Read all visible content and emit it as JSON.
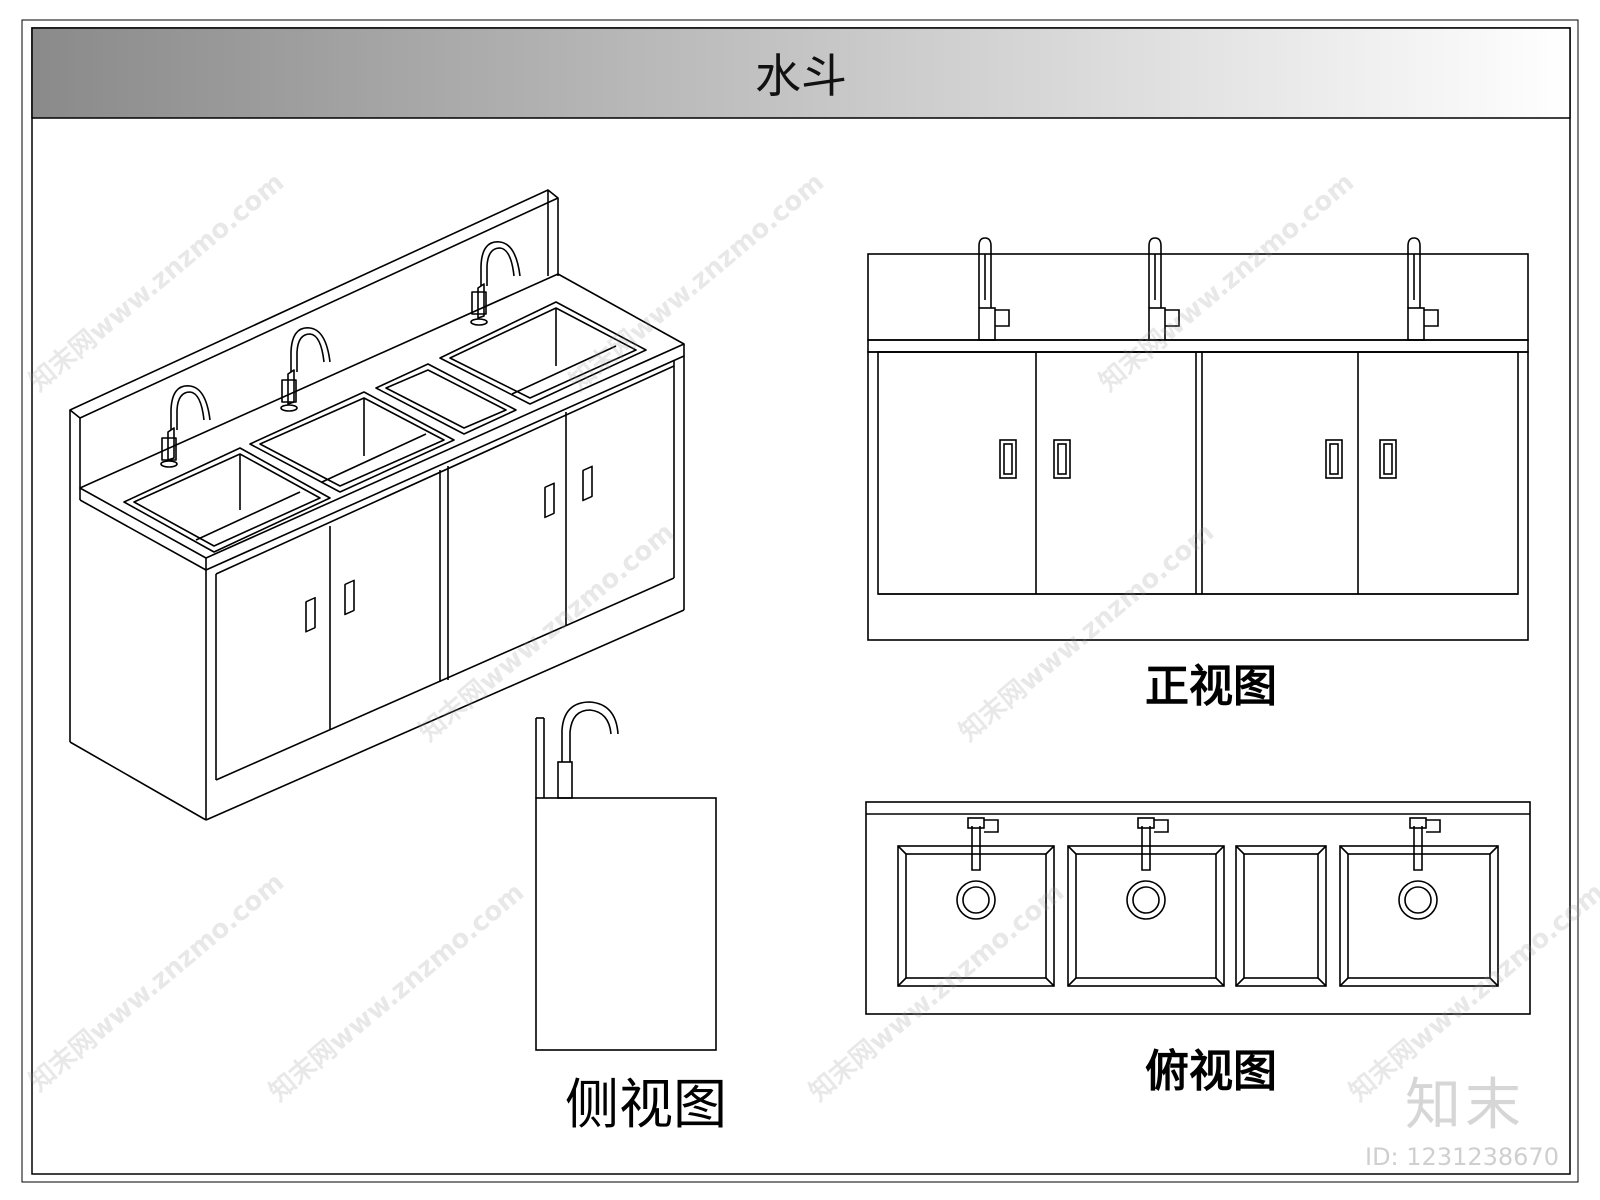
{
  "title": "水斗",
  "views": {
    "front": "正视图",
    "side": "侧视图",
    "top": "俯视图"
  },
  "watermark": {
    "text": "知末网www.znzmo.com",
    "brand": "知末",
    "id": "ID: 1231238670"
  },
  "colors": {
    "line": "#000000",
    "title_bar_start": "#8a8a8a",
    "title_bar_end": "#ffffff"
  }
}
